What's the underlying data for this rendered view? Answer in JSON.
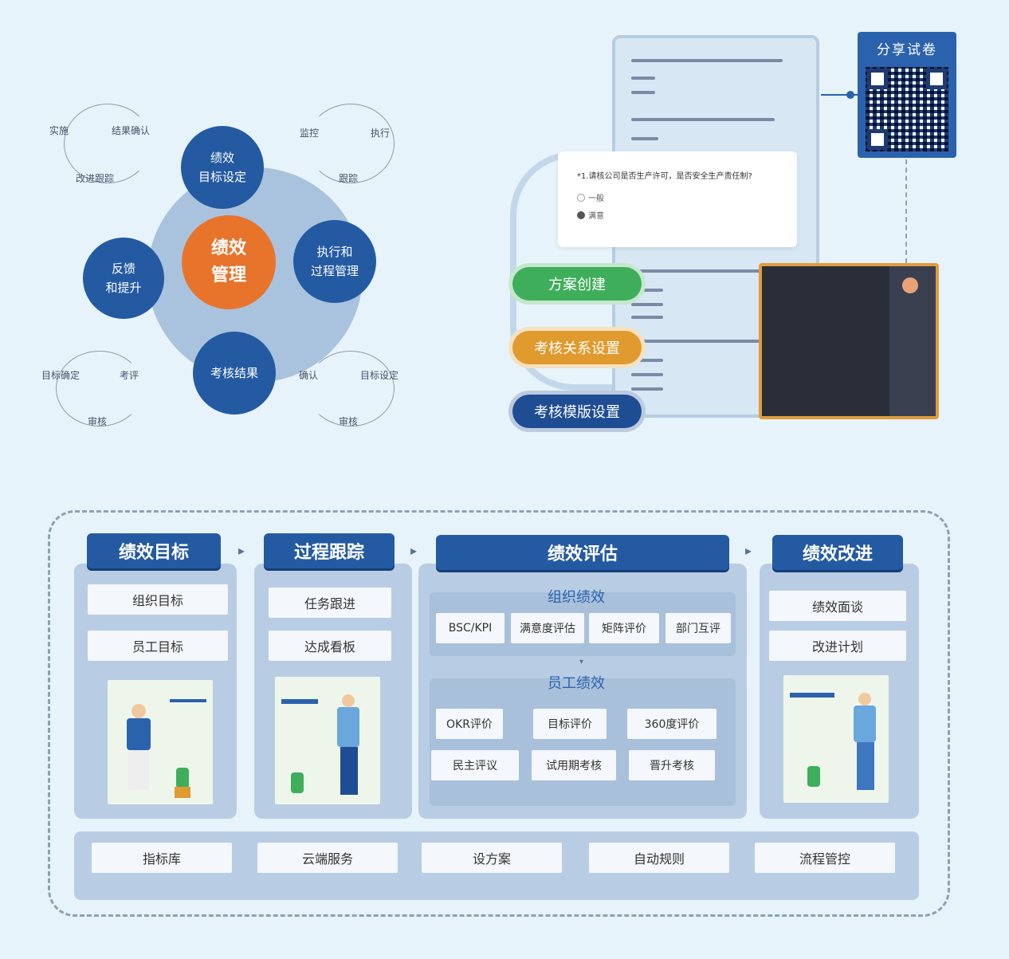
{
  "cycle": {
    "center": [
      "绩效",
      "管理"
    ],
    "nodes": {
      "top": [
        "绩效",
        "目标设定"
      ],
      "right": [
        "执行和",
        "过程管理"
      ],
      "bottom": [
        "考核结果"
      ],
      "left": [
        "反馈",
        "和提升"
      ]
    },
    "corners": {
      "top_left": [
        "实施",
        "结果确认",
        "改进跟踪"
      ],
      "top_right": [
        "监控",
        "执行",
        "跟踪"
      ],
      "bottom_left": [
        "目标确定",
        "考评",
        "审核"
      ],
      "bottom_right": [
        "确认",
        "目标设定",
        "审核"
      ]
    }
  },
  "app": {
    "share_title": "分享试卷",
    "question": "*1.请核公司是否生产许可，是否安全生产责任制?",
    "options": [
      "一般",
      "满意"
    ],
    "pills": [
      {
        "label": "方案创建",
        "color": "#3fae5b"
      },
      {
        "label": "考核关系设置",
        "color": "#e09a2e"
      },
      {
        "label": "考核模版设置",
        "color": "#1f4d93"
      }
    ]
  },
  "framework": {
    "columns": [
      {
        "title": "绩效目标",
        "items": [
          "组织目标",
          "员工目标"
        ]
      },
      {
        "title": "过程跟踪",
        "items": [
          "任务跟进",
          "达成看板"
        ]
      },
      {
        "title": "绩效评估",
        "org_title": "组织绩效",
        "org_items": [
          "BSC/KPI",
          "满意度评估",
          "矩阵评价",
          "部门互评"
        ],
        "emp_title": "员工绩效",
        "emp_items": [
          "OKR评价",
          "目标评价",
          "360度评价",
          "民主评议",
          "试用期考核",
          "晋升考核"
        ]
      },
      {
        "title": "绩效改进",
        "items": [
          "绩效面谈",
          "改进计划"
        ]
      }
    ],
    "footer": [
      "指标库",
      "云端服务",
      "设方案",
      "自动规则",
      "流程管控"
    ]
  }
}
